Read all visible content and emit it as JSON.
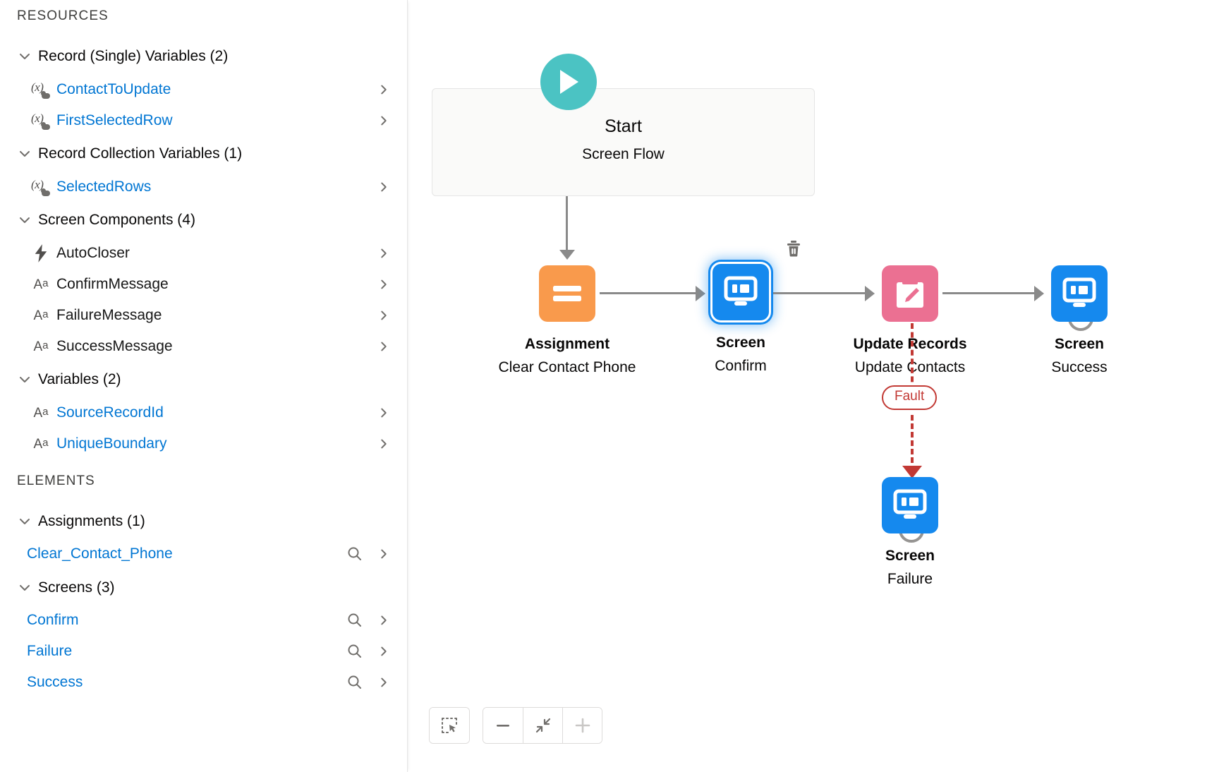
{
  "sidebar": {
    "resources_heading": "RESOURCES",
    "elements_heading": "ELEMENTS",
    "resource_groups": [
      {
        "label": "Record (Single) Variables (2)",
        "items": [
          {
            "label": "ContactToUpdate",
            "icon": "variable-icon",
            "link": true
          },
          {
            "label": "FirstSelectedRow",
            "icon": "variable-icon",
            "link": true
          }
        ]
      },
      {
        "label": "Record Collection Variables (1)",
        "items": [
          {
            "label": "SelectedRows",
            "icon": "variable-icon",
            "link": true
          }
        ]
      },
      {
        "label": "Screen Components (4)",
        "items": [
          {
            "label": "AutoCloser",
            "icon": "lightning-icon",
            "link": false
          },
          {
            "label": "ConfirmMessage",
            "icon": "text-icon",
            "link": false
          },
          {
            "label": "FailureMessage",
            "icon": "text-icon",
            "link": false
          },
          {
            "label": "SuccessMessage",
            "icon": "text-icon",
            "link": false
          }
        ]
      },
      {
        "label": "Variables (2)",
        "items": [
          {
            "label": "SourceRecordId",
            "icon": "text-icon",
            "link": true
          },
          {
            "label": "UniqueBoundary",
            "icon": "text-icon",
            "link": true
          }
        ]
      }
    ],
    "element_groups": [
      {
        "label": "Assignments (1)",
        "items": [
          {
            "label": "Clear_Contact_Phone",
            "icon": null,
            "link": true,
            "search": true
          }
        ]
      },
      {
        "label": "Screens (3)",
        "items": [
          {
            "label": "Confirm",
            "icon": null,
            "link": true,
            "search": true
          },
          {
            "label": "Failure",
            "icon": null,
            "link": true,
            "search": true
          },
          {
            "label": "Success",
            "icon": null,
            "link": true,
            "search": true
          }
        ]
      }
    ]
  },
  "canvas": {
    "start": {
      "title": "Start",
      "subtitle": "Screen Flow"
    },
    "nodes": [
      {
        "id": "assignment",
        "title": "Assignment",
        "subtitle": "Clear Contact Phone",
        "type": "assignment",
        "selected": false
      },
      {
        "id": "screen-confirm",
        "title": "Screen",
        "subtitle": "Confirm",
        "type": "screen",
        "selected": true
      },
      {
        "id": "update-records",
        "title": "Update Records",
        "subtitle": "Update Contacts",
        "type": "update",
        "selected": false
      },
      {
        "id": "screen-success",
        "title": "Screen",
        "subtitle": "Success",
        "type": "screen",
        "selected": false
      },
      {
        "id": "screen-failure",
        "title": "Screen",
        "subtitle": "Failure",
        "type": "screen",
        "selected": false
      }
    ],
    "fault_label": "Fault",
    "colors": {
      "assignment": "#f99a4c",
      "screen": "#1589ee",
      "update": "#eb7092",
      "start": "#4bc3c3",
      "fault": "#c23934",
      "connector": "#8a8a8a",
      "link": "#0176d3"
    }
  },
  "toolbar": {
    "select_mode": "marquee-select-icon",
    "zoom_out": "minus-icon",
    "zoom_fit": "fit-to-view-icon",
    "zoom_in": "plus-icon"
  }
}
